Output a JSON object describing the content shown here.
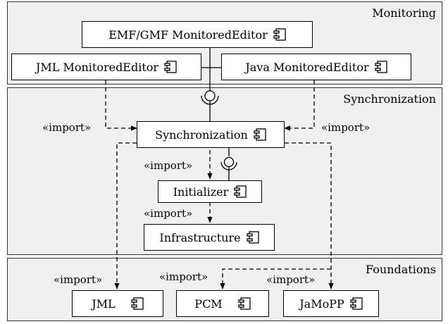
{
  "layers": {
    "monitoring": "Monitoring",
    "synchronization": "Synchronization",
    "foundations": "Foundations"
  },
  "components": {
    "emf_gmf": "EMF/GMF MonitoredEditor",
    "jml_editor": "JML MonitoredEditor",
    "java_editor": "Java MonitoredEditor",
    "synchronization": "Synchronization",
    "initializer": "Initializer",
    "infrastructure": "Infrastructure",
    "jml": "JML",
    "pcm": "PCM",
    "jamopp": "JaMoPP"
  },
  "stereotype": "«import»",
  "icons": {
    "component": "component-icon",
    "interface": "provided-required-interface-icon"
  }
}
